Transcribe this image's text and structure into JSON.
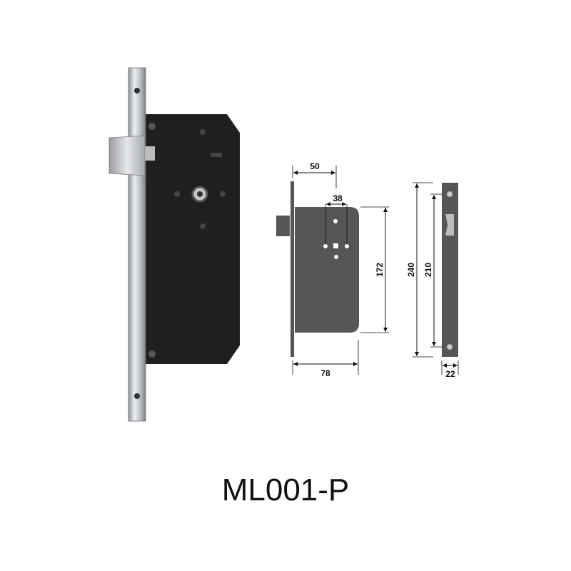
{
  "product": {
    "model": "ML001-P"
  },
  "dimensions": {
    "backset": "50",
    "hub_spacing": "38",
    "case_height": "172",
    "case_depth": "78",
    "faceplate_length": "240",
    "fixing_hole_spacing": "210",
    "faceplate_width": "22"
  },
  "colors": {
    "case_photo": "#1f1f1f",
    "case_drawing": "#565656",
    "faceplate": "#c9ccd0"
  }
}
